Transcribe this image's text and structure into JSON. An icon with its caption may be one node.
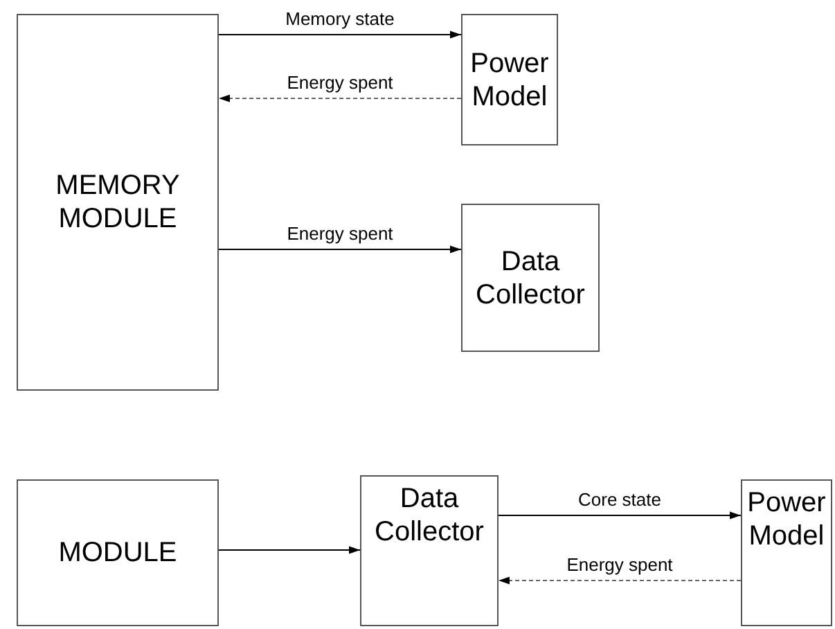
{
  "diagram": {
    "nodes": [
      {
        "text": [
          "MEMORY MODULE"
        ]
      },
      {
        "text": [
          "Power Model"
        ]
      },
      {
        "text": [
          "Data Collector"
        ]
      },
      {
        "text": [
          "MODULE"
        ]
      },
      {
        "text": [
          "Data Collector"
        ]
      },
      {
        "text": [
          "Power Model"
        ]
      }
    ],
    "edges": [
      {
        "from": 0,
        "to": 1,
        "arrow": "to",
        "label": "Memory state"
      },
      {
        "from": 1,
        "to": 0,
        "arrow": "to",
        "label": "Energy spent",
        "style": "dashed",
        "color": "#666666"
      },
      {
        "from": 0,
        "to": 2,
        "arrow": "to",
        "label": "Energy spent"
      },
      {
        "from": 3,
        "to": 4,
        "arrow": "to"
      },
      {
        "from": 4,
        "to": 5,
        "arrow": "to",
        "label": "Core state"
      },
      {
        "from": 5,
        "to": 4,
        "arrow": "to",
        "label": "Energy spent",
        "style": "dashed",
        "color": "#666666"
      }
    ]
  }
}
